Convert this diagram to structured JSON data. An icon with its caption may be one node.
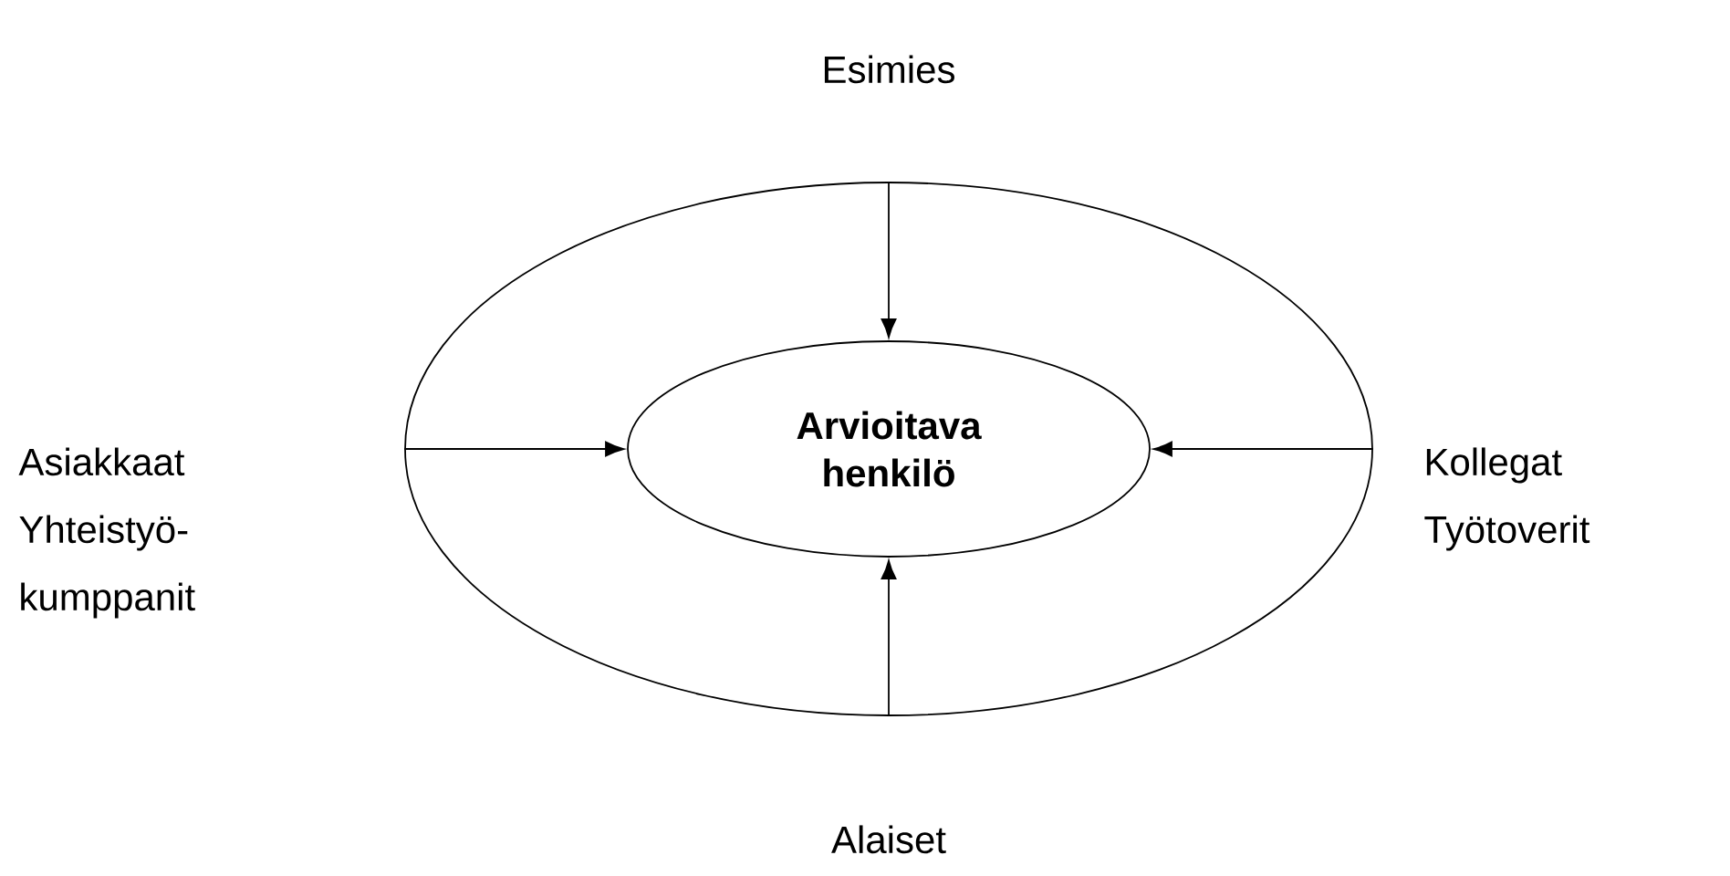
{
  "diagram": {
    "nodes": [
      {
        "text": [],
        "shape": "ellipse"
      },
      {
        "text": [
          "Arvioitava henkilö"
        ],
        "in": 0
      }
    ],
    "edges": [
      {
        "from": 0,
        "to": 1,
        "arrow": "to"
      },
      {
        "from": 0,
        "to": 1,
        "arrow": "to"
      },
      {
        "from": 0,
        "to": 1,
        "arrow": "to"
      },
      {
        "from": 0,
        "to": 1,
        "arrow": "to"
      }
    ],
    "labels": [
      "Esimies",
      "Asiakkaat",
      "Yhteistyö-kumppanit",
      "Kollegat",
      "Työtoverit",
      "Alaiset"
    ]
  }
}
